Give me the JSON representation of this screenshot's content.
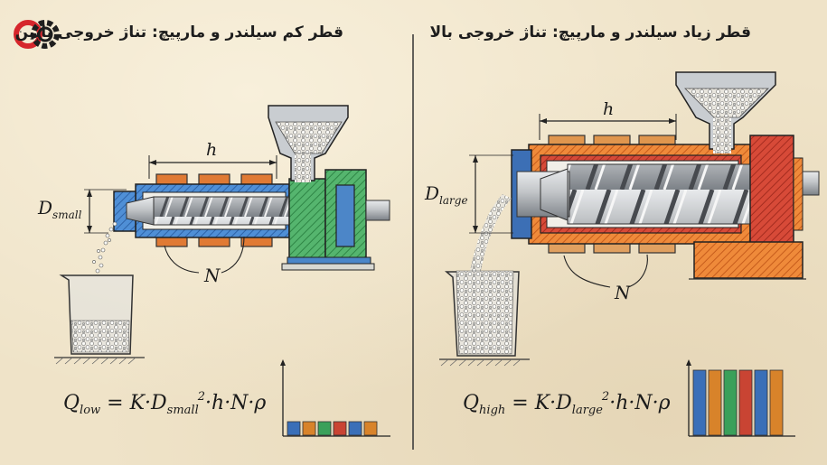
{
  "left": {
    "title": "قطر کم سیلندر و مارپیچ: تناژ خروجی پایین",
    "h_label": "h",
    "d_label_main": "D",
    "d_label_sub": "small",
    "n_label": "N",
    "formula": {
      "q": "Q",
      "q_sub": "low",
      "eq": " = K·D",
      "d_sub": "small",
      "sup": "2",
      "rest": "·h·N·ρ"
    },
    "output_bars_relative": [
      1,
      1,
      1,
      1,
      1,
      1
    ],
    "bar_colors": [
      "#3a6fb8",
      "#d8832a",
      "#3aa05a",
      "#c94433",
      "#3a6fb8",
      "#d8832a"
    ]
  },
  "right": {
    "title": "قطر زیاد سیلندر و مارپیچ: تناژ خروجی بالا",
    "h_label": "h",
    "d_label_main": "D",
    "d_label_sub": "large",
    "n_label": "N",
    "formula": {
      "q": "Q",
      "q_sub": "high",
      "eq": " = K·D",
      "d_sub": "large",
      "sup": "2",
      "rest": "·h·N·ρ"
    },
    "output_bars_relative": [
      1,
      1,
      1,
      1,
      1,
      1
    ],
    "bar_colors": [
      "#3a6fb8",
      "#d8832a",
      "#3aa05a",
      "#c94433",
      "#3a6fb8",
      "#d8832a"
    ]
  },
  "colors": {
    "blue": "#3f7fc9",
    "green": "#3ea55b",
    "orange": "#e8782c",
    "red": "#d0402f",
    "tan": "#d9a468",
    "steel": "#b9bcbf",
    "ink": "#222222"
  }
}
